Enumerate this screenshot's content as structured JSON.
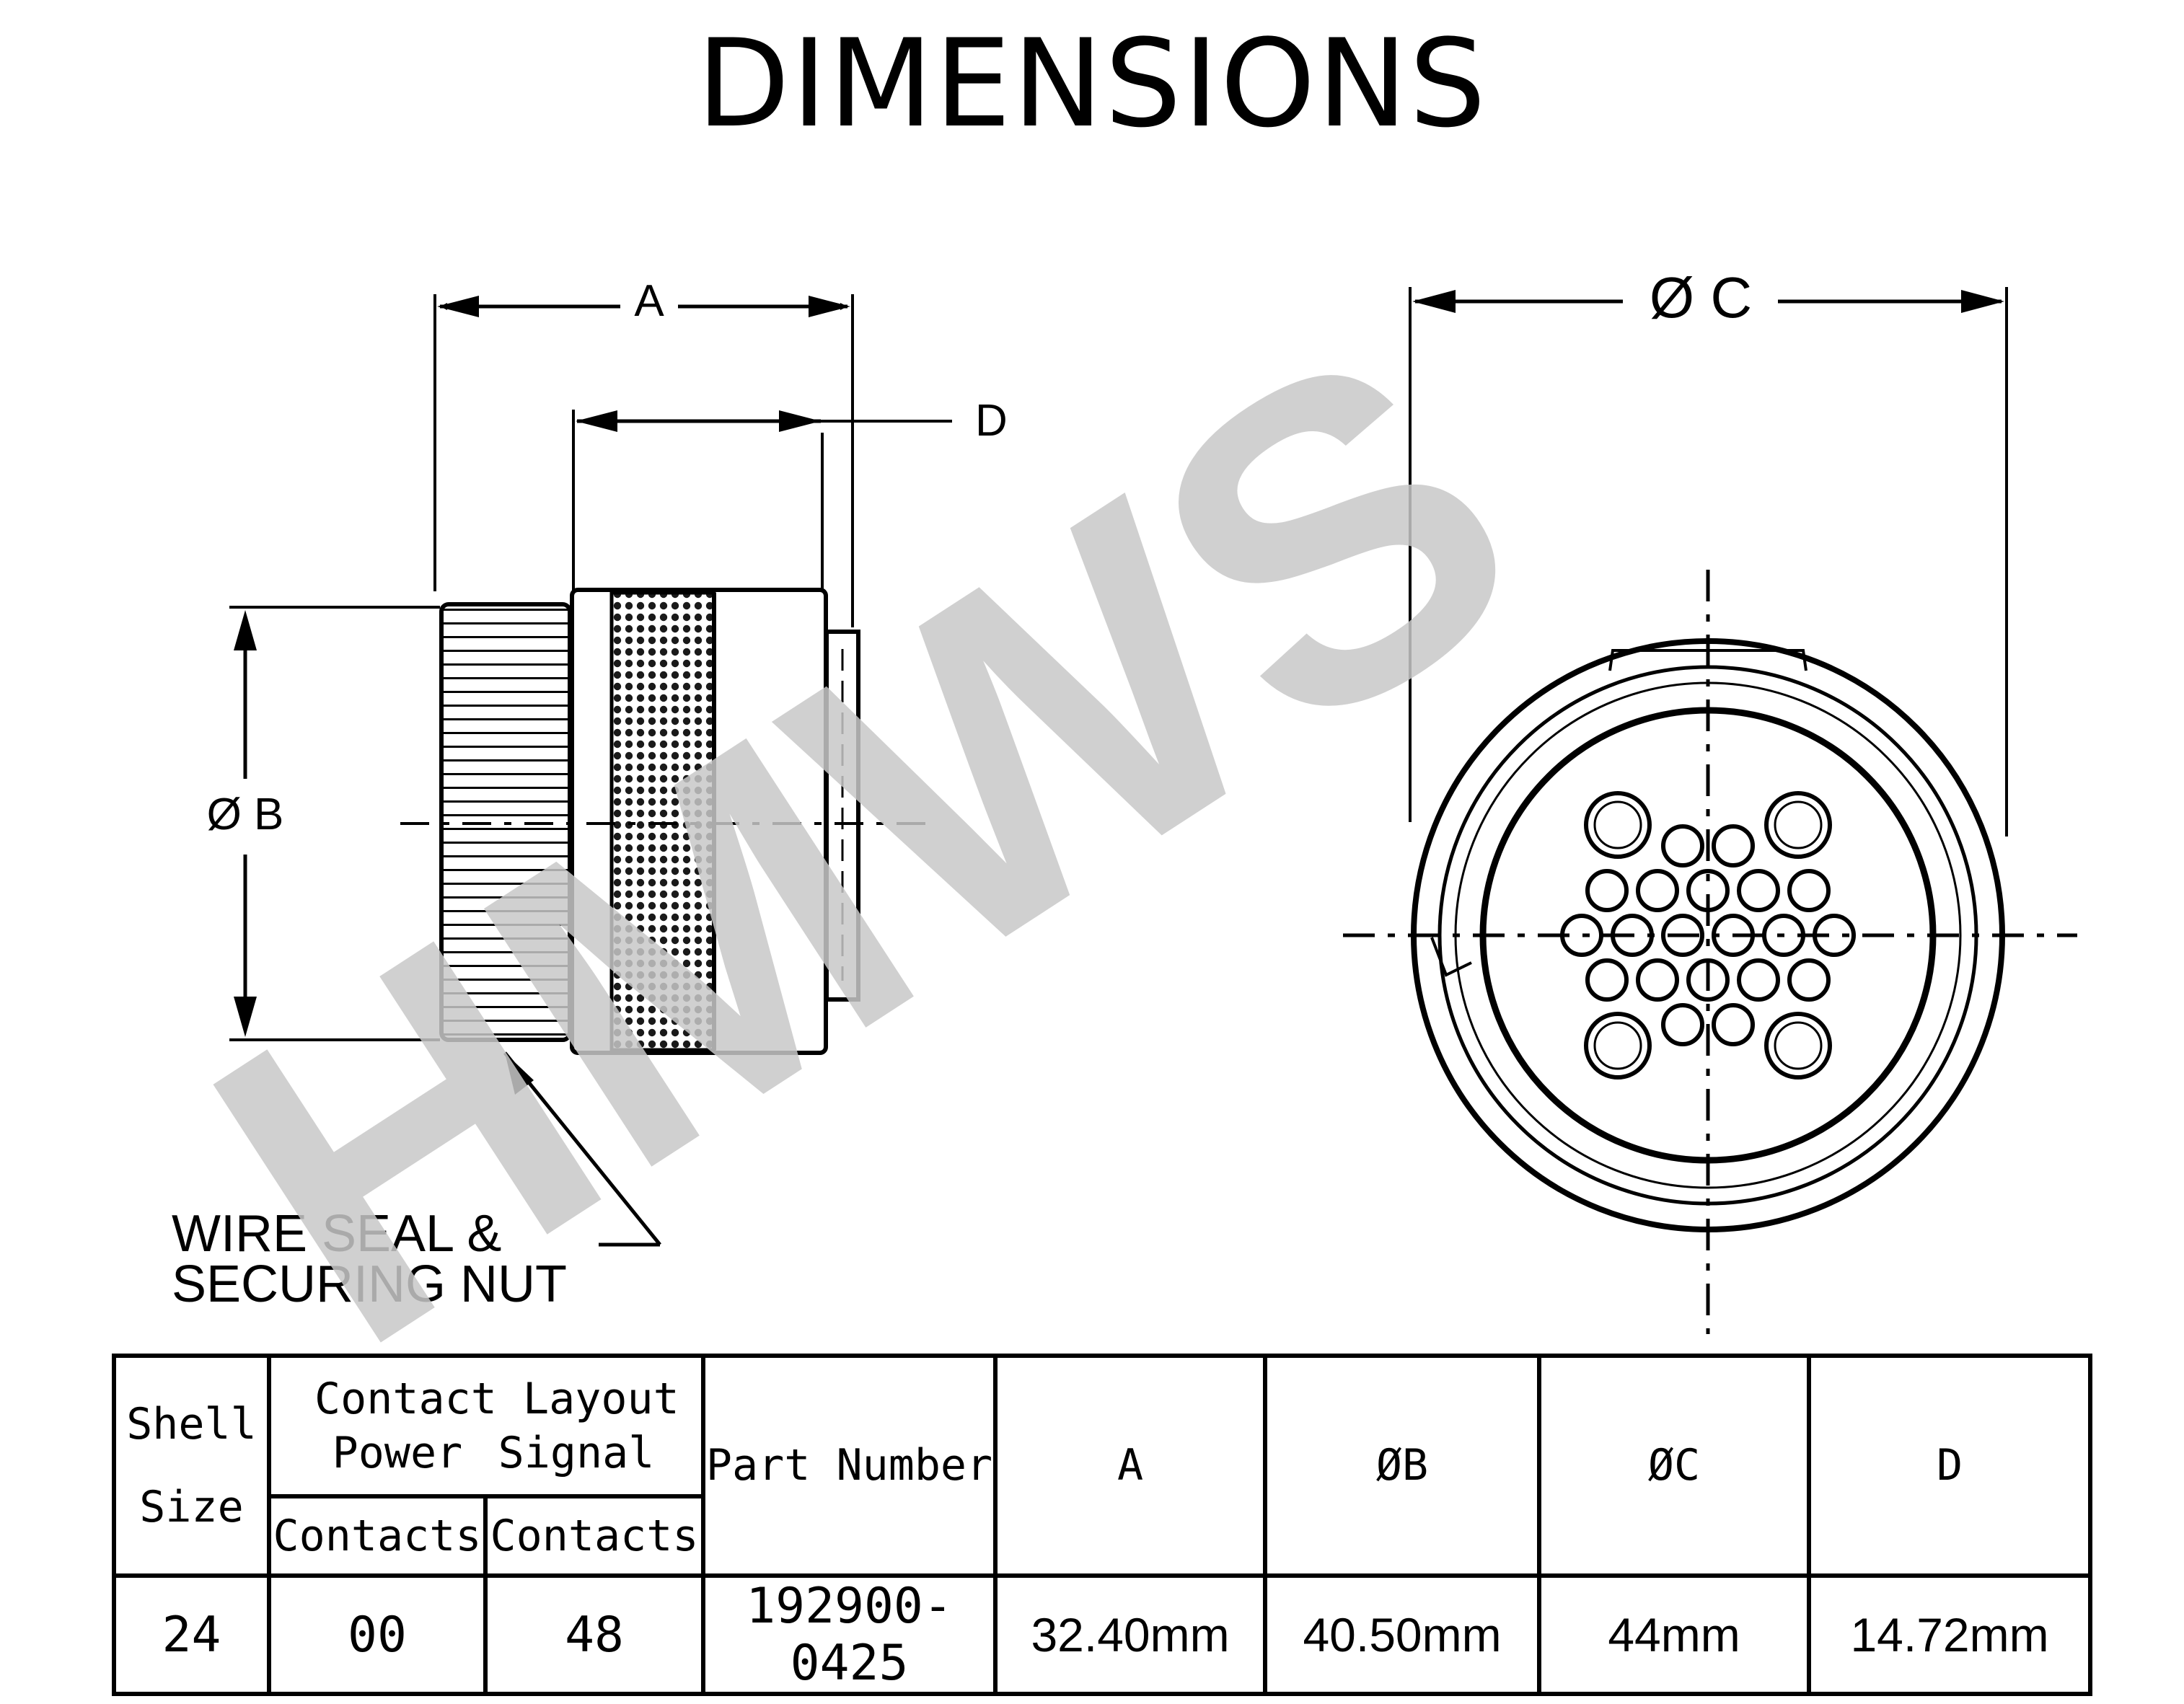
{
  "title": "DIMENSIONS",
  "watermark": "HMWS",
  "colors": {
    "ink": "#000000",
    "watermark": "#c8c8c8",
    "background": "#ffffff"
  },
  "drawing": {
    "dim_a": "A",
    "dim_b": "Ø B",
    "dim_c": "Ø C",
    "dim_d": "D",
    "callout_line1": "WIRE SEAL &",
    "callout_line2": "SECURING NUT"
  },
  "table": {
    "headers": {
      "shell": "Shell",
      "size": "Size",
      "contact_layout": "Contact Layout",
      "power": "Power",
      "signal": "Signal",
      "power_contacts": "Contacts",
      "signal_contacts": "Contacts",
      "part_number": "Part Number",
      "a": "A",
      "b": "ØB",
      "c": "ØC",
      "d": "D"
    },
    "row": {
      "shell_size": "24",
      "power_contacts": "00",
      "signal_contacts": "48",
      "part_number": "192900-0425",
      "a": "32.40mm",
      "b": "40.50mm",
      "c": "44mm",
      "d": "14.72mm"
    }
  }
}
